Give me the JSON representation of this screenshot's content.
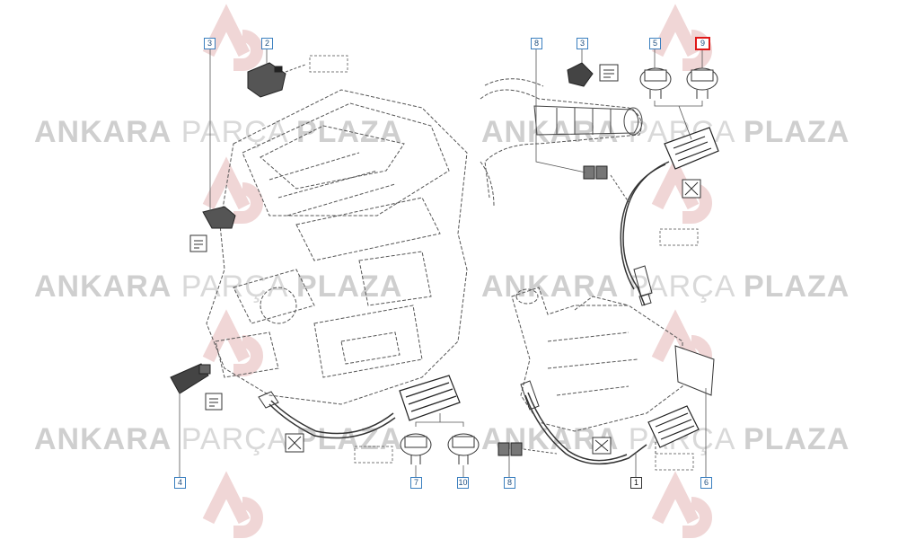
{
  "watermark": {
    "word1": "ANKARA",
    "word2": "PARÇA",
    "word3": "PLAZA"
  },
  "callouts": [
    {
      "id": "c1",
      "label": "3"
    },
    {
      "id": "c2",
      "label": "2"
    },
    {
      "id": "c3",
      "label": "8"
    },
    {
      "id": "c4",
      "label": "3"
    },
    {
      "id": "c5",
      "label": "5"
    },
    {
      "id": "c6",
      "label": "9"
    },
    {
      "id": "c7",
      "label": "4"
    },
    {
      "id": "c8",
      "label": "7"
    },
    {
      "id": "c9",
      "label": "10"
    },
    {
      "id": "c10",
      "label": "8"
    },
    {
      "id": "c11",
      "label": "1"
    },
    {
      "id": "c12",
      "label": "6"
    }
  ],
  "selected_callout": "9",
  "colors": {
    "callout_border": "#3a7fbf",
    "selected_border": "#e01818",
    "watermark": "#d6d6d6",
    "line": "#555555"
  }
}
